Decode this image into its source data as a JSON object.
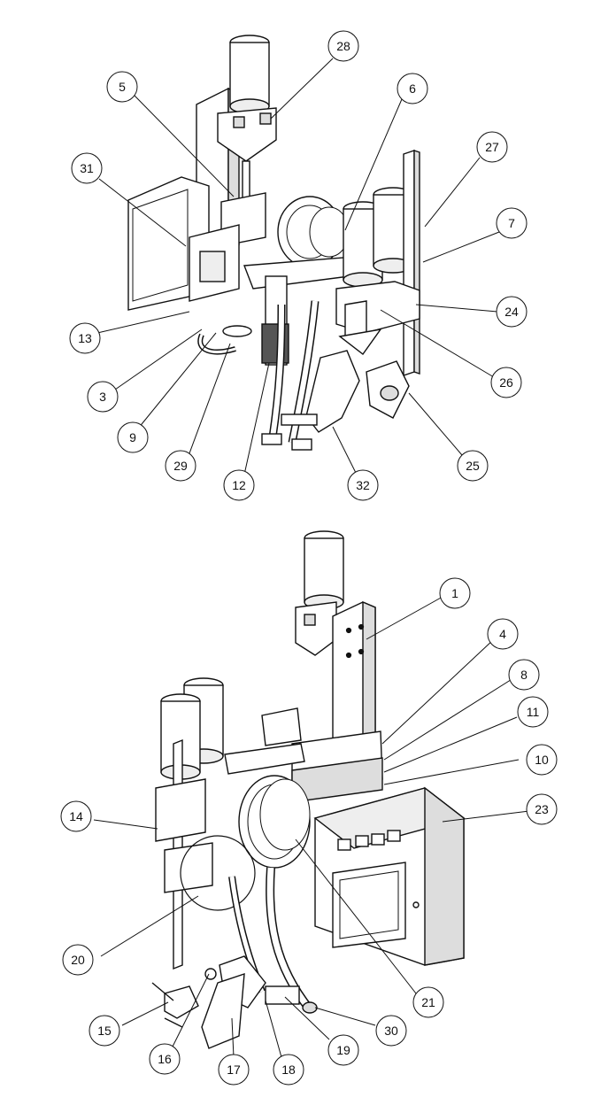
{
  "figure": {
    "top_view_callouts": [
      "28",
      "5",
      "6",
      "31",
      "27",
      "7",
      "13",
      "24",
      "3",
      "26",
      "9",
      "25",
      "29",
      "12",
      "32"
    ],
    "bottom_view_callouts": [
      "1",
      "4",
      "8",
      "11",
      "10",
      "14",
      "23",
      "20",
      "21",
      "15",
      "30",
      "16",
      "17",
      "18",
      "19"
    ]
  },
  "colors": {
    "line": "#111111",
    "fill": "#ffffff",
    "shade": "#d9d9d9",
    "dark": "#555555"
  }
}
